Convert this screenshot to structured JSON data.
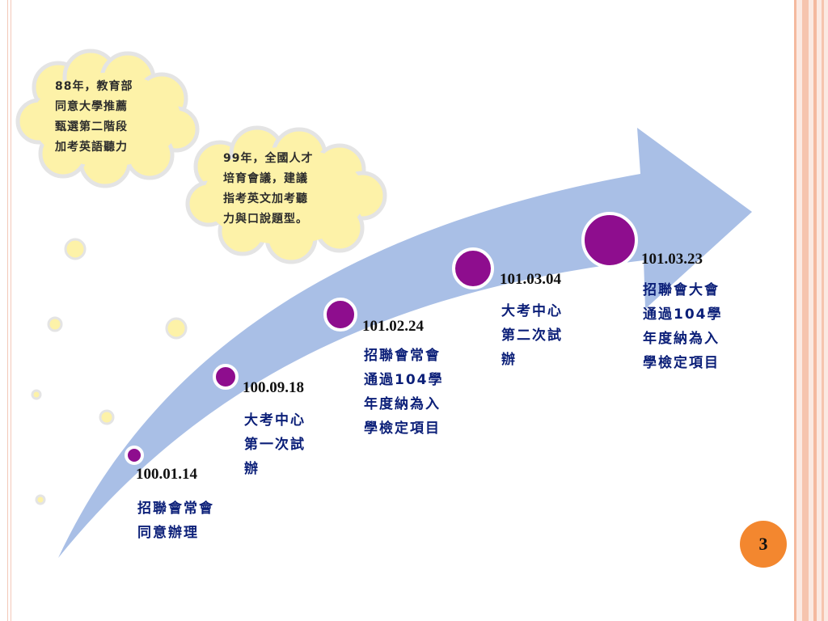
{
  "slide": {
    "page_number": "3"
  },
  "clouds": [
    {
      "lines": [
        "88年，教育部",
        "同意大學推薦",
        "甄選第二階段",
        "加考英語聽力"
      ]
    },
    {
      "lines": [
        "99年，全國人才",
        "培育會議，建議",
        "指考英文加考聽",
        "力與口說題型。"
      ]
    }
  ],
  "milestones": [
    {
      "date": "100.01.14",
      "lines": [
        "招聯會常會",
        "同意辦理"
      ]
    },
    {
      "date": "100.09.18",
      "lines": [
        "大考中心",
        "第一次試",
        "辦"
      ]
    },
    {
      "date": "101.02.24",
      "lines": [
        "招聯會常會",
        "通過104學",
        "年度納為入",
        "學檢定項目"
      ]
    },
    {
      "date": "101.03.04",
      "lines": [
        "大考中心",
        "第二次試",
        "辦"
      ]
    },
    {
      "date": "101.03.23",
      "lines": [
        "招聯會大會",
        "通過104學",
        "年度納為入",
        "學檢定項目"
      ]
    }
  ],
  "colors": {
    "arrow": "#a9bfe6",
    "dot": "#8e0d8e",
    "cloud": "#fdf2a8",
    "badge": "#f3872f"
  }
}
